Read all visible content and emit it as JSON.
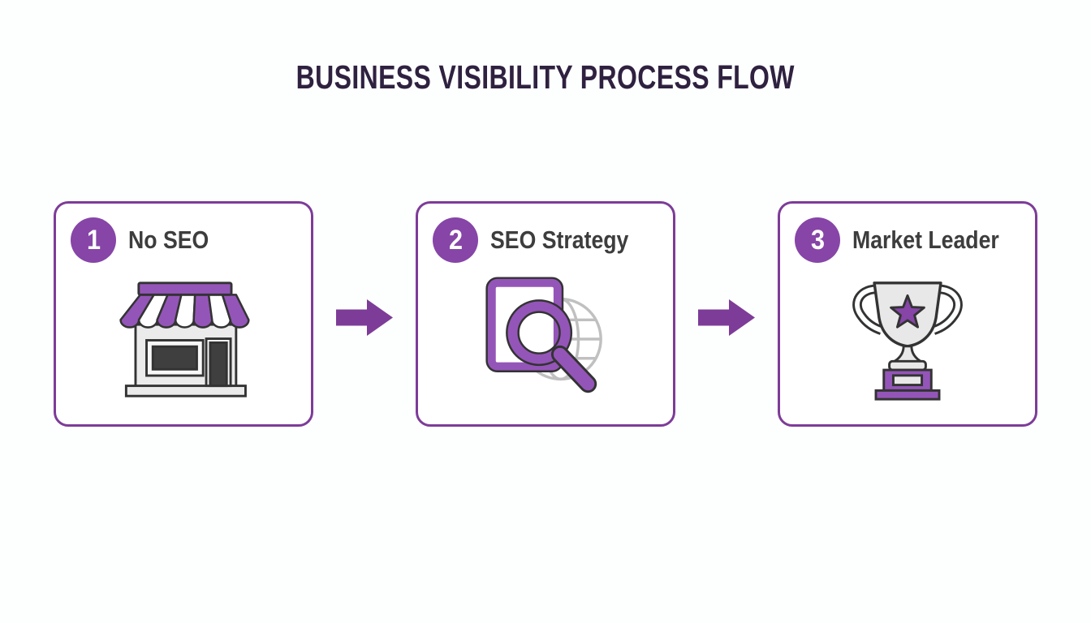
{
  "title": "BUSINESS VISIBILITY PROCESS FLOW",
  "steps": [
    {
      "number": "1",
      "label": "No SEO",
      "icon": "storefront-icon"
    },
    {
      "number": "2",
      "label": "SEO Strategy",
      "icon": "search-globe-icon"
    },
    {
      "number": "3",
      "label": "Market Leader",
      "icon": "trophy-icon"
    }
  ],
  "connectors": [
    {
      "icon": "right-arrow-icon"
    },
    {
      "icon": "right-arrow-icon"
    }
  ],
  "colors": {
    "accent_purple": "#7d3c98",
    "badge_purple": "#8645a7",
    "icon_purple": "#9455b8",
    "star_purple": "#8645a7",
    "title_text": "#2f2140",
    "label_text": "#3d3d3d",
    "icon_outline": "#333333",
    "icon_light_gray": "#ebebeb",
    "globe_gray": "#c0c0c0",
    "background": "#fdfefe"
  }
}
